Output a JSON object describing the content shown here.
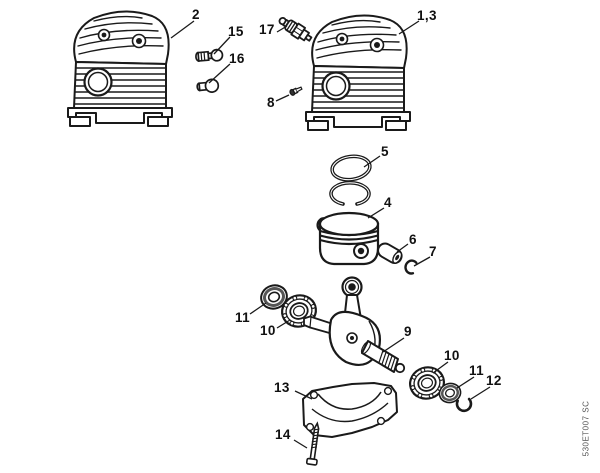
{
  "diagram": {
    "code_label": "530ET007 SC"
  },
  "callouts": [
    {
      "part": "cylinder-left",
      "label": "2"
    },
    {
      "part": "valve-fitting",
      "label": "15"
    },
    {
      "part": "plug-fitting",
      "label": "16"
    },
    {
      "part": "spark-plug",
      "label": "17"
    },
    {
      "part": "cylinder-right",
      "label": "1,3"
    },
    {
      "part": "screw-small",
      "label": "8"
    },
    {
      "part": "piston-rings",
      "label": "5"
    },
    {
      "part": "piston",
      "label": "4"
    },
    {
      "part": "wrist-pin",
      "label": "6"
    },
    {
      "part": "pin-clip",
      "label": "7"
    },
    {
      "part": "seal-left",
      "label": "11"
    },
    {
      "part": "bearing-left",
      "label": "10"
    },
    {
      "part": "crankshaft",
      "label": "9"
    },
    {
      "part": "bearing-right",
      "label": "10"
    },
    {
      "part": "seal-right",
      "label": "11"
    },
    {
      "part": "snap-ring",
      "label": "12"
    },
    {
      "part": "crankcase-pan",
      "label": "13"
    },
    {
      "part": "pan-screw",
      "label": "14"
    }
  ]
}
